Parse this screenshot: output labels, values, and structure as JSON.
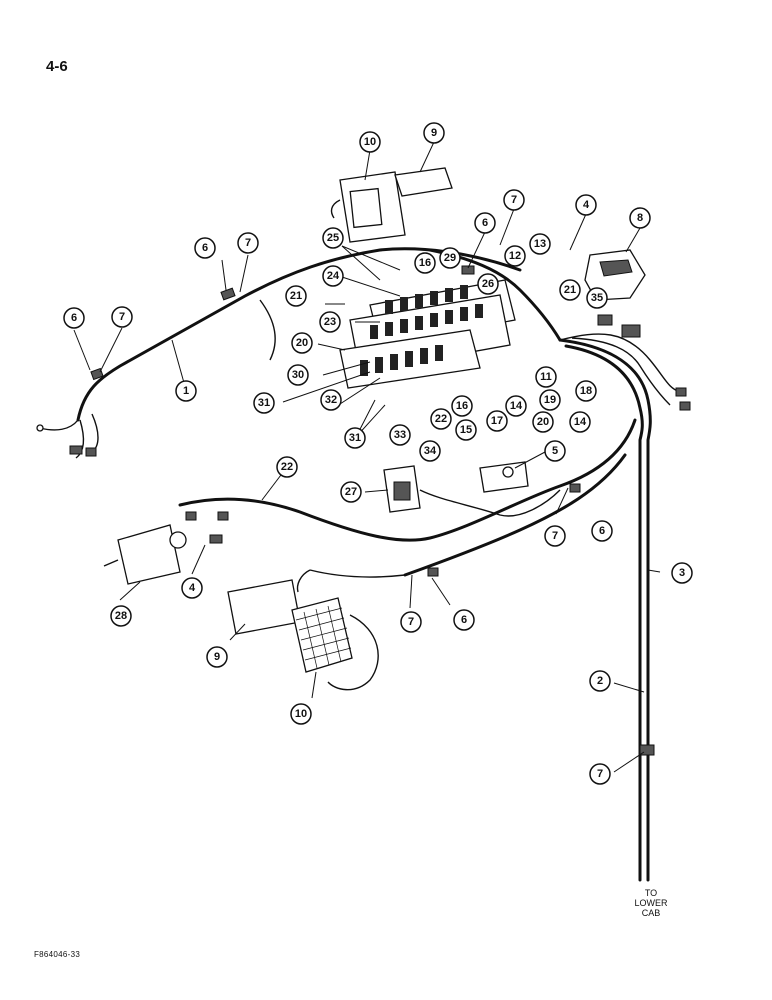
{
  "page": {
    "page_number": "4-6",
    "figure_code": "F864046-33",
    "lower_cab_note": [
      "TO",
      "LOWER",
      "CAB"
    ]
  },
  "callouts": [
    {
      "id": "c-10-top",
      "label": "10"
    },
    {
      "id": "c-9-top",
      "label": "9"
    },
    {
      "id": "c-7-top",
      "label": "7"
    },
    {
      "id": "c-4-top",
      "label": "4"
    },
    {
      "id": "c-8",
      "label": "8"
    },
    {
      "id": "c-6-top",
      "label": "6"
    },
    {
      "id": "c-25",
      "label": "25"
    },
    {
      "id": "c-16-top",
      "label": "16"
    },
    {
      "id": "c-29",
      "label": "29"
    },
    {
      "id": "c-12",
      "label": "12"
    },
    {
      "id": "c-13",
      "label": "13"
    },
    {
      "id": "c-6-left",
      "label": "6"
    },
    {
      "id": "c-7-left",
      "label": "7"
    },
    {
      "id": "c-24",
      "label": "24"
    },
    {
      "id": "c-26",
      "label": "26"
    },
    {
      "id": "c-21-right",
      "label": "21"
    },
    {
      "id": "c-35",
      "label": "35"
    },
    {
      "id": "c-21-left",
      "label": "21"
    },
    {
      "id": "c-23",
      "label": "23"
    },
    {
      "id": "c-6-far",
      "label": "6"
    },
    {
      "id": "c-7-far",
      "label": "7"
    },
    {
      "id": "c-20-left",
      "label": "20"
    },
    {
      "id": "c-30",
      "label": "30"
    },
    {
      "id": "c-1",
      "label": "1"
    },
    {
      "id": "c-31-a",
      "label": "31"
    },
    {
      "id": "c-32",
      "label": "32"
    },
    {
      "id": "c-11",
      "label": "11"
    },
    {
      "id": "c-18",
      "label": "18"
    },
    {
      "id": "c-22-mid",
      "label": "22"
    },
    {
      "id": "c-16-mid",
      "label": "16"
    },
    {
      "id": "c-15",
      "label": "15"
    },
    {
      "id": "c-17",
      "label": "17"
    },
    {
      "id": "c-14-a",
      "label": "14"
    },
    {
      "id": "c-19",
      "label": "19"
    },
    {
      "id": "c-14-b",
      "label": "14"
    },
    {
      "id": "c-20-right",
      "label": "20"
    },
    {
      "id": "c-31-b",
      "label": "31"
    },
    {
      "id": "c-33",
      "label": "33"
    },
    {
      "id": "c-34",
      "label": "34"
    },
    {
      "id": "c-5",
      "label": "5"
    },
    {
      "id": "c-22-low",
      "label": "22"
    },
    {
      "id": "c-27",
      "label": "27"
    },
    {
      "id": "c-7-mid",
      "label": "7"
    },
    {
      "id": "c-6-mid",
      "label": "6"
    },
    {
      "id": "c-3",
      "label": "3"
    },
    {
      "id": "c-28",
      "label": "28"
    },
    {
      "id": "c-4-low",
      "label": "4"
    },
    {
      "id": "c-7-low",
      "label": "7"
    },
    {
      "id": "c-6-low",
      "label": "6"
    },
    {
      "id": "c-9-low",
      "label": "9"
    },
    {
      "id": "c-2",
      "label": "2"
    },
    {
      "id": "c-10-low",
      "label": "10"
    },
    {
      "id": "c-7-bottom",
      "label": "7"
    }
  ]
}
